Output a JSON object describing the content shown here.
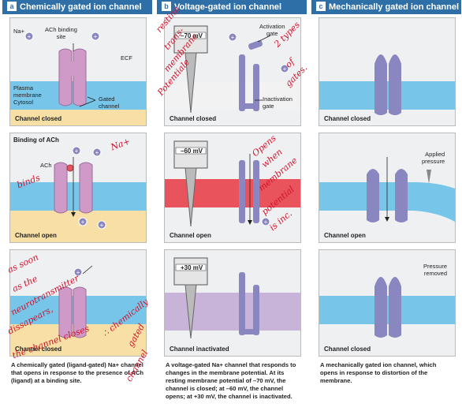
{
  "columns": [
    {
      "badge": "a",
      "title": "Chemically gated ion channel"
    },
    {
      "badge": "b",
      "title": "Voltage-gated ion channel"
    },
    {
      "badge": "c",
      "title": "Mechanically gated ion channel"
    }
  ],
  "chemical": {
    "panel1": {
      "na": "Na+",
      "ach_site": "ACh binding\nsite",
      "ecf": "ECF",
      "plasma": "Plasma\nmembrane",
      "cytosol": "Cytosol",
      "gated": "Gated\nchannel",
      "status": "Channel closed"
    },
    "panel2": {
      "title": "Binding of ACh",
      "ach": "ACh",
      "status": "Channel open"
    },
    "panel3": {
      "status": "Channel closed"
    },
    "caption": "A chemically gated (ligand-gated) Na+ channel that opens in response to the presence of ACh (ligand) at a binding site."
  },
  "voltage": {
    "panel1": {
      "meter": "–70 mV",
      "activation": "Activation\ngate",
      "inactivation": "Inactivation\ngate",
      "status": "Channel closed"
    },
    "panel2": {
      "meter": "–60 mV",
      "status": "Channel open"
    },
    "panel3": {
      "meter": "+30 mV",
      "status": "Channel inactivated"
    },
    "caption": "A voltage-gated Na+ channel that responds to changes in the membrane potential. At its resting membrane potential of –70 mV, the channel is closed; at –60 mV, the channel opens; at +30 mV, the channel is inactivated."
  },
  "mechanical": {
    "panel1": {
      "status": "Channel closed"
    },
    "panel2": {
      "applied": "Applied\npressure",
      "status": "Channel open"
    },
    "panel3": {
      "removed": "Pressure\nremoved",
      "status": "Channel closed"
    },
    "caption": "A mechanically gated ion channel, which opens in response to distortion of the membrane."
  },
  "annotations": {
    "resting": [
      "resting",
      "trans-",
      "membrane",
      "Potentiale"
    ],
    "two_types": [
      "2 types",
      "of",
      "gates."
    ],
    "na_plus": "Na+",
    "binds": "binds",
    "opens": [
      "Opens",
      "when",
      "membrane",
      "potential",
      "is inc."
    ],
    "as_soon": [
      "as soon",
      "as the",
      "neurotransmitter",
      "dissapears,",
      "the channel closes",
      "∴ chemically",
      "gated",
      "channel"
    ]
  },
  "colors": {
    "header": "#2f6fa8",
    "membrane": "#77c6ea",
    "cytosol": "#f8dfa6",
    "depolarized": "#e8535c",
    "inactivated": "#c8b4d8",
    "purple": "#8a86c0",
    "pink": "#cf9ac8",
    "hand": "#d1122b"
  }
}
